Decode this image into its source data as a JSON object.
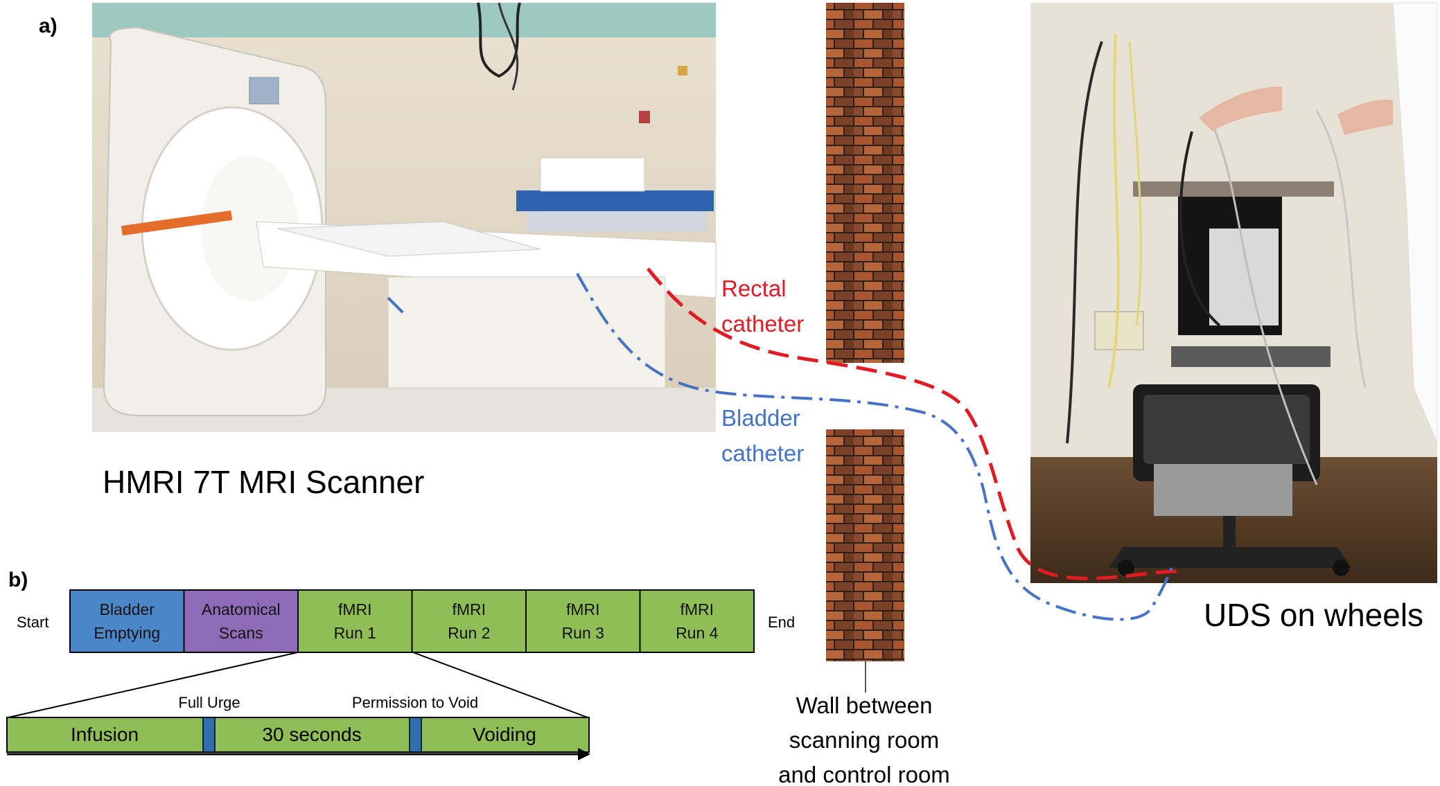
{
  "panel_a": {
    "label": "a)",
    "scanner_caption": "HMRI 7T MRI Scanner",
    "uds_caption": "UDS on wheels",
    "rectal_line1": "Rectal",
    "rectal_line2": "catheter",
    "bladder_line1": "Bladder",
    "bladder_line2": "catheter",
    "wall_line1": "Wall between",
    "wall_line2": "scanning room",
    "wall_line3": "and control room",
    "colors": {
      "rectal": "#e01b24",
      "bladder": "#4472c4"
    }
  },
  "panel_b": {
    "label": "b)",
    "start": "Start",
    "end": "End",
    "blocks": [
      {
        "line1": "Bladder",
        "line2": "Emptying",
        "color": "#4a86c8"
      },
      {
        "line1": "Anatomical",
        "line2": "Scans",
        "color": "#8f6bb7"
      },
      {
        "line1": "fMRI",
        "line2": "Run 1",
        "color": "#8fbd56"
      },
      {
        "line1": "fMRI",
        "line2": "Run 2",
        "color": "#8fbd56"
      },
      {
        "line1": "fMRI",
        "line2": "Run 3",
        "color": "#8fbd56"
      },
      {
        "line1": "fMRI",
        "line2": "Run 4",
        "color": "#8fbd56"
      }
    ],
    "run_detail": {
      "full_urge": "Full Urge",
      "permission": "Permission to Void",
      "segments": [
        "Infusion",
        "30 seconds",
        "Voiding"
      ],
      "marker_color": "#2f6fb0"
    }
  }
}
